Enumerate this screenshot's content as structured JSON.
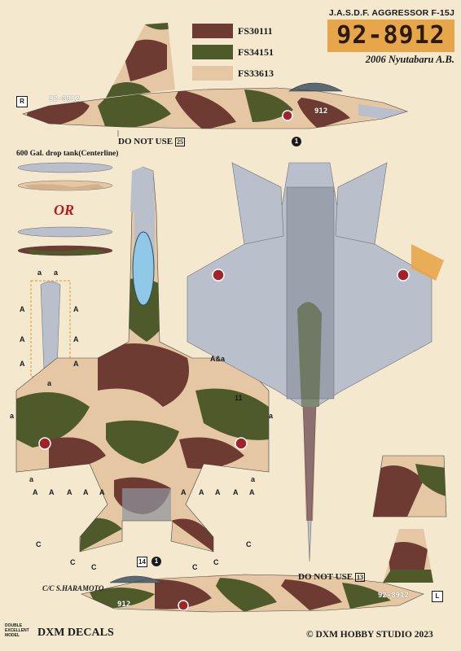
{
  "header": {
    "title": "J.A.S.D.F. AGGRESSOR F-15J",
    "serial": "92-8912",
    "subtitle": "2006 Nyutabaru A.B."
  },
  "palette": [
    {
      "code": "FS30111",
      "color": "#6e3b32"
    },
    {
      "code": "FS34151",
      "color": "#4f5a2a"
    },
    {
      "code": "FS33613",
      "color": "#e6c7a3"
    }
  ],
  "colors": {
    "background": "#f4e9cf",
    "gray": "#b9c0cb",
    "serial_band": "#e8a64a",
    "hinomaru": "#a3222a",
    "canopy": "#8fc8e6"
  },
  "side_profile_top": {
    "tail_serial": "92-8912",
    "nose_number": "912",
    "tail_marker": "R",
    "do_not_use": "DO NOT USE",
    "do_not_use_tag": "25",
    "callout_number": "1"
  },
  "drop_tank": {
    "label": "600 Gal. drop tank(Centerline)",
    "or_label": "OR",
    "callouts": [
      "a",
      "a",
      "A",
      "A",
      "A",
      "A",
      "A",
      "A",
      "a"
    ]
  },
  "top_view": {
    "callout_a_and_a": "A&a",
    "callout_11": "11",
    "callouts_bottom": [
      "A",
      "A",
      "A",
      "A",
      "A",
      "A",
      "A",
      "A",
      "A",
      "A",
      "a",
      "a",
      "a",
      "a"
    ],
    "callouts_c": [
      "C",
      "C",
      "C",
      "C",
      "C",
      "C"
    ],
    "tag_14": "14",
    "tag_1": "1"
  },
  "side_profile_bottom": {
    "pilot": "C/C S.HARAMOTO",
    "tail_serial": "92-8912",
    "nose_number": "912",
    "tail_marker": "L",
    "do_not_use": "DO NOT USE",
    "do_not_use_tag": "13"
  },
  "footer": {
    "brand": "DXM DECALS",
    "badge": "DOUBLE EXCELLENT MODEL",
    "copyright": "© DXM HOBBY STUDIO 2023"
  }
}
